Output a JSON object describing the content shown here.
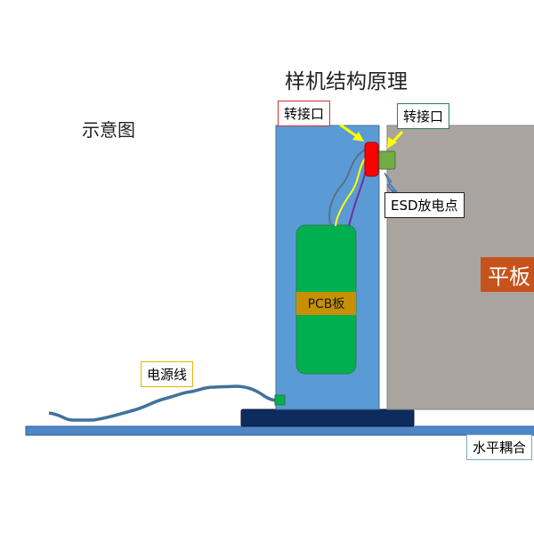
{
  "title": "样机结构原理",
  "subtitle": "示意图",
  "labels": {
    "connector_left": "转接口",
    "connector_right": "转接口",
    "esd_point": "ESD放电点",
    "pcb": "PCB板",
    "tablet": "平板",
    "power_cable": "电源线",
    "horizontal_coupling_plane": "水平耦合"
  },
  "colors": {
    "enclosure_blue": "#5b9bd5",
    "tablet_gray": "#aaa4a0",
    "pcb_green": "#00b050",
    "connector_red": "#ff0000",
    "connector_green": "#70ad47",
    "base_navy": "#0d2b5c",
    "plane_blue": "#4f86c6",
    "arrow_yellow": "#ffff00"
  }
}
